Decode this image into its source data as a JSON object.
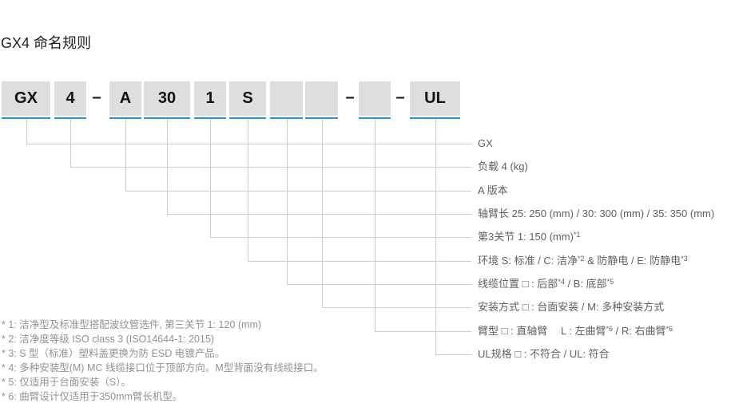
{
  "page": {
    "title": "GX4 命名规则"
  },
  "colors": {
    "accent_blue": "#1e96e8",
    "box_fill": "#dedede",
    "connector_gray": "#cccccc"
  },
  "model_code": {
    "boxes": [
      {
        "label": "GX"
      },
      {
        "label": "4"
      },
      {
        "label": "A"
      },
      {
        "label": "30"
      },
      {
        "label": "1"
      },
      {
        "label": "S"
      },
      {
        "label": ""
      },
      {
        "label": ""
      },
      {
        "label": ""
      },
      {
        "label": "UL"
      }
    ],
    "separators": [
      "–",
      "–",
      "–"
    ]
  },
  "legend": {
    "rows": [
      {
        "name": "series",
        "segments": [
          {
            "t": "GX"
          }
        ]
      },
      {
        "name": "payload",
        "segments": [
          {
            "t": "负载 4 (kg)"
          }
        ]
      },
      {
        "name": "version",
        "segments": [
          {
            "t": "A 版本"
          }
        ]
      },
      {
        "name": "arm-length",
        "segments": [
          {
            "t": "轴臂长 25: 250 (mm) / 30: 300 (mm) / 35: 350 (mm)"
          }
        ]
      },
      {
        "name": "third-joint",
        "segments": [
          {
            "t": "第3关节 1: 150 (mm)"
          },
          {
            "sup": "*1"
          }
        ]
      },
      {
        "name": "environment",
        "segments": [
          {
            "t": "环境 S: 标准 / C: 洁净"
          },
          {
            "sup": "*2"
          },
          {
            "t": " & 防静电 / E: 防静电"
          },
          {
            "sup": "*3"
          }
        ]
      },
      {
        "name": "cable-position",
        "segments": [
          {
            "t": "线缆位置 □ : 后部"
          },
          {
            "sup": "*4"
          },
          {
            "t": " / B: 底部"
          },
          {
            "sup": "*5"
          }
        ]
      },
      {
        "name": "mounting",
        "segments": [
          {
            "t": "安装方式 □ : 台面安装 / M: 多种安装方式"
          }
        ]
      },
      {
        "name": "arm-type",
        "segments": [
          {
            "t": "臂型 □ : 直轴臂　 L : 左曲臂"
          },
          {
            "sup": "*6"
          },
          {
            "t": " / R: 右曲臂"
          },
          {
            "sup": "*6"
          }
        ]
      },
      {
        "name": "ul-spec",
        "segments": [
          {
            "t": "UL规格 □ : 不符合 / UL: 符合"
          }
        ]
      }
    ]
  },
  "footnotes": [
    "* 1: 洁净型及标准型搭配波纹管选件, 第三关节 1: 120 (mm)",
    "* 2: 洁净度等级 ISO class 3 (ISO14644-1:  2015)",
    "* 3: S 型（标准）塑料盖更换为防 ESD 电镀产品。",
    "* 4: 多种安装型(M) MC 线缆接口位于顶部方向。M型背面没有线缆接口。",
    "* 5: 仅适用于台面安装（S）。",
    "* 6: 曲臂设计仅适用于350mm臂长机型。"
  ]
}
